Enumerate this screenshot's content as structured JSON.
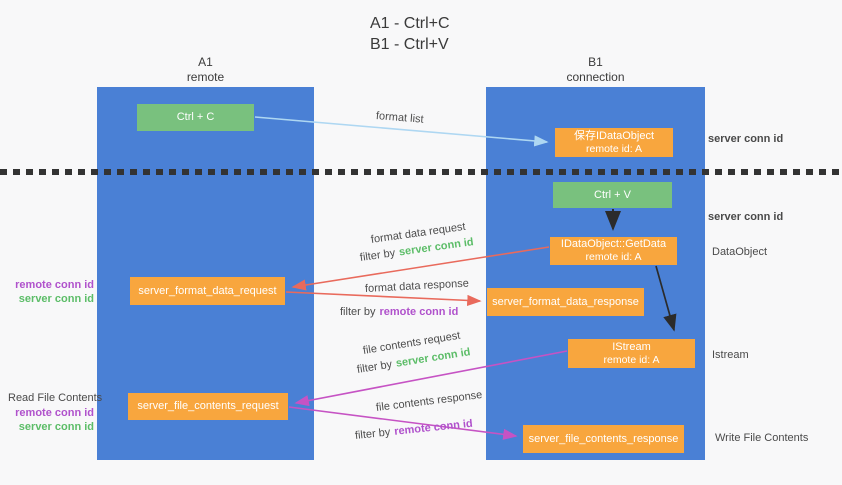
{
  "title": {
    "line1": "A1 - Ctrl+C",
    "line2": "B1 - Ctrl+V"
  },
  "lanes": {
    "left": {
      "title": "A1",
      "subtitle": "remote"
    },
    "right": {
      "title": "B1",
      "subtitle": "connection"
    }
  },
  "nodes": {
    "ctrl_c": {
      "label": "Ctrl + C"
    },
    "save_idataobject": {
      "line1": "保存IDataObject",
      "line2": "remote id: A"
    },
    "ctrl_v": {
      "label": "Ctrl + V"
    },
    "getdata": {
      "line1": "IDataObject::GetData",
      "line2": "remote id: A"
    },
    "server_format_data_request": {
      "label": "server_format_data_request"
    },
    "server_format_data_response": {
      "label": "server_format_data_response"
    },
    "istream": {
      "line1": "IStream",
      "line2": "remote id: A"
    },
    "server_file_contents_request": {
      "label": "server_file_contents_request"
    },
    "server_file_contents_response": {
      "label": "server_file_contents_response"
    }
  },
  "edge_labels": {
    "format_list": "format list",
    "format_data_request": "format data request",
    "format_data_response": "format data response",
    "file_contents_request": "file contents request",
    "file_contents_response": "file contents response"
  },
  "terms": {
    "filter_by": "filter by",
    "server_conn_id": "server conn id",
    "remote_conn_id": "remote conn id"
  },
  "side_labels": {
    "dataobject": "DataObject",
    "istream": "Istream",
    "write_file_contents": "Write File Contents",
    "read_file_contents": "Read File Contents"
  },
  "colors": {
    "lane_blue": "#4a80d5",
    "node_green": "#79c17e",
    "node_orange": "#f8a63e",
    "arrow_lightblue": "#aed7f2",
    "arrow_red": "#e96a5c",
    "arrow_magenta": "#c653c4",
    "arrow_black": "#2b2b2b",
    "text_green": "#5cbd68",
    "text_purple": "#b052cc",
    "text_gray": "#4c4c4c"
  }
}
